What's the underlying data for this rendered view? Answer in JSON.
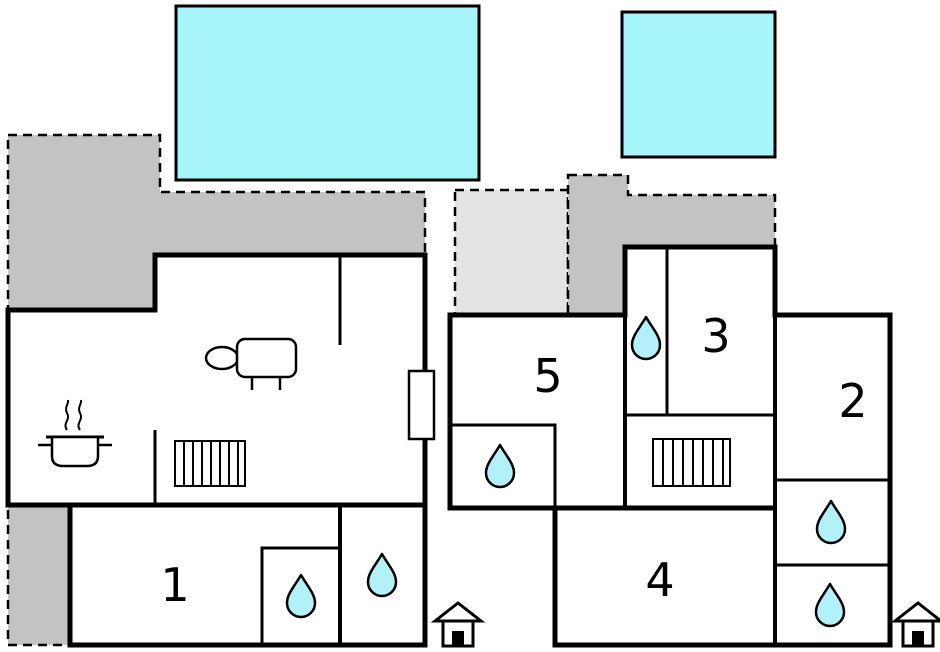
{
  "colors": {
    "pool": "#a6f5f8",
    "water_drop": "#b2f1f8",
    "terrace": "#c3c3c3",
    "terrace_light": "#e4e4e4",
    "wall": "#000000",
    "room_fill": "#ffffff"
  },
  "rooms": {
    "r1": "1",
    "r2": "2",
    "r3": "3",
    "r4": "4",
    "r5": "5"
  },
  "icons": {
    "water_drop": "water-drop-icon",
    "stairs": "stairs-icon",
    "sofa": "sofa-icon",
    "cooking_pot": "cooking-pot-icon",
    "steam": "steam-icon",
    "house": "house-marker-icon",
    "window": "window-symbol"
  }
}
